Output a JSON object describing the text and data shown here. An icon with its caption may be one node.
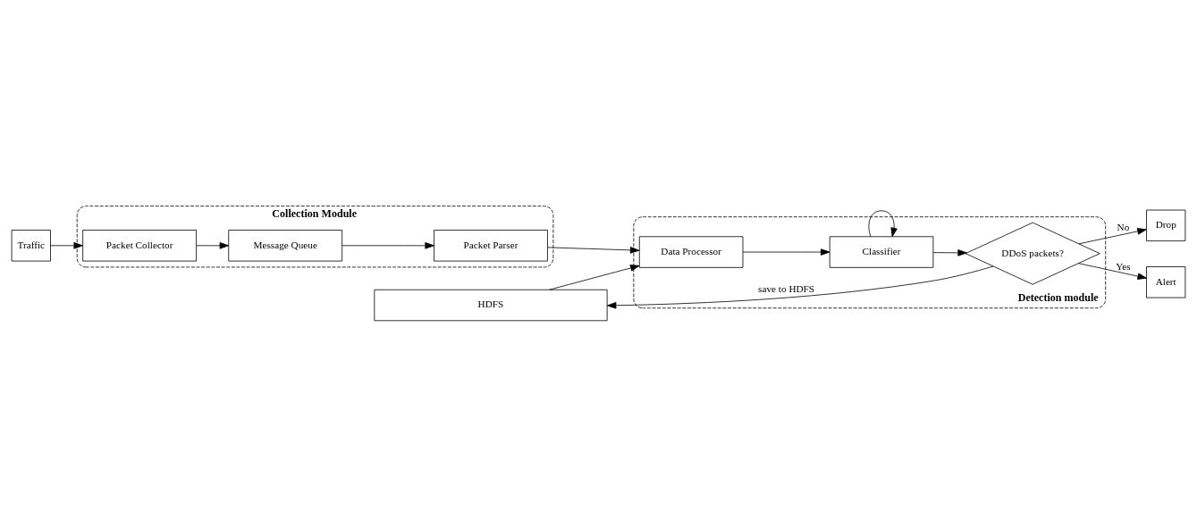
{
  "diagram": {
    "nodes": [
      {
        "text": [
          "Traffic"
        ]
      },
      {
        "text": [
          "Collection Module"
        ]
      },
      {
        "text": [
          "Packet Collector"
        ],
        "in": 1
      },
      {
        "text": [
          "Message Queue"
        ],
        "in": 1
      },
      {
        "text": [
          "Packet Parser"
        ],
        "in": 1
      },
      {
        "text": [
          "Detection module"
        ]
      },
      {
        "text": [
          "Classifier"
        ],
        "in": 5
      },
      {
        "text": [
          "Data Processor"
        ],
        "in": 5
      },
      {
        "text": [
          "DDoS packets?"
        ],
        "in": 5
      },
      {
        "text": [
          "Drop"
        ]
      },
      {
        "text": [
          "Alert"
        ]
      },
      {
        "text": [
          "HDFS"
        ]
      }
    ],
    "edges": [
      {
        "from": 0,
        "to": 2,
        "arrow": "to"
      },
      {
        "from": 2,
        "to": 3,
        "arrow": "to"
      },
      {
        "from": 3,
        "to": 4,
        "arrow": "to"
      },
      {
        "from": 4,
        "to": 7,
        "arrow": "to"
      },
      {
        "from": 7,
        "to": 6,
        "arrow": "to"
      },
      {
        "from": 6,
        "to": 6,
        "arrow": "to"
      },
      {
        "from": 6,
        "to": 8,
        "arrow": "to"
      },
      {
        "from": 8,
        "to": 9,
        "arrow": "to",
        "label": "No"
      },
      {
        "from": 8,
        "to": 10,
        "arrow": "to",
        "label": "Yes"
      },
      {
        "from": 8,
        "to": 11,
        "arrow": "to",
        "label": "save to HDFS"
      },
      {
        "from": 11,
        "to": 7,
        "arrow": "to"
      }
    ]
  }
}
